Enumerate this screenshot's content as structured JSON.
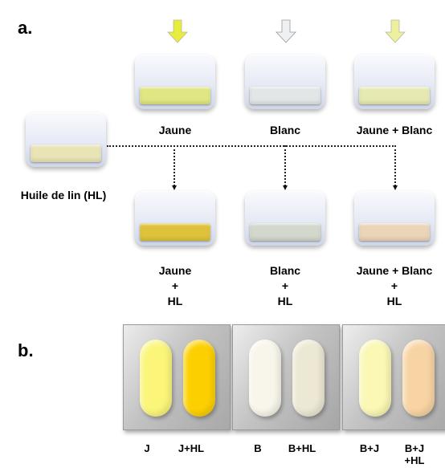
{
  "panel_a": {
    "label": "a.",
    "oil": {
      "label": "Huile de lin (HL)",
      "film_color": "#e9e4b6"
    },
    "top": [
      {
        "label": "Jaune",
        "arrow_color": "#e8ec3c",
        "film_color": "#dfe682"
      },
      {
        "label": "Blanc",
        "arrow_color": "#eef0f2",
        "film_color": "#e2e6e6"
      },
      {
        "label": "Jaune + Blanc",
        "arrow_color": "#eef0a0",
        "film_color": "#e6eab2"
      }
    ],
    "mixed": [
      {
        "line1": "Jaune",
        "plus": "+",
        "line2": "HL",
        "film_color": "#dfc23c"
      },
      {
        "line1": "Blanc",
        "plus": "+",
        "line2": "HL",
        "film_color": "#d4d7cc"
      },
      {
        "line1": "Jaune + Blanc",
        "plus": "+",
        "line2": "HL",
        "film_color": "#ecd4b8"
      }
    ]
  },
  "panel_b": {
    "label": "b.",
    "swatches": [
      {
        "colors": [
          "#fbf67a",
          "#fcd000"
        ],
        "labels": [
          "J",
          "J+HL"
        ]
      },
      {
        "colors": [
          "#f8f6ea",
          "#ece8d4"
        ],
        "labels": [
          "B",
          "B+HL"
        ]
      },
      {
        "colors": [
          "#fbf7b4",
          "#f8d4a4"
        ],
        "labels": [
          "B+J",
          "B+J\n+HL"
        ]
      }
    ]
  }
}
